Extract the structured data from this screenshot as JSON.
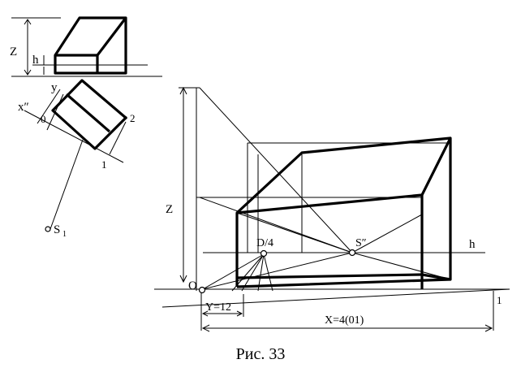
{
  "caption": "Рис. 33",
  "labels": {
    "z_top": "Z",
    "h_top": "h",
    "y_label": "y",
    "x_dbl": "x″",
    "zero": "0",
    "one_small": "1",
    "two_small": "2",
    "s1_main": "S",
    "s1_sub": "1",
    "z_big": "Z",
    "d4": "D/4",
    "s_dbl": "S″",
    "h_right": "h",
    "o_label": "O",
    "one_right": "1",
    "y12": "Y=12",
    "x401": "X=4(01)"
  }
}
